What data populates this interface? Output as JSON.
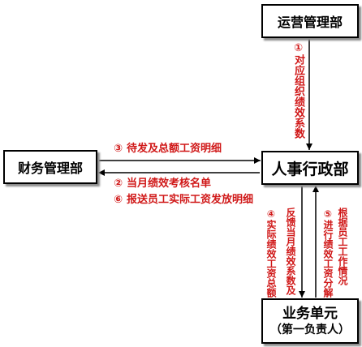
{
  "nodes": {
    "ops": {
      "label": "运营管理部"
    },
    "finance": {
      "label": "财务管理部"
    },
    "hr": {
      "label": "人事行政部"
    },
    "business": {
      "label": "业务单元",
      "sublabel": "（第一负责人）"
    }
  },
  "edges": {
    "ops_to_hr": {
      "num": "①",
      "text": "对应组织绩效系数"
    },
    "finance_to_hr": {
      "num": "③",
      "text": "待发及总额工资明细"
    },
    "hr_to_finance": [
      {
        "num": "②",
        "text": "当月绩效考核名单"
      },
      {
        "num": "⑥",
        "text": "报送员工实际工资发放明细"
      }
    ],
    "hr_to_business": {
      "num": "④",
      "lines": [
        "反馈当月绩效系数及",
        "实际绩效工资总额"
      ]
    },
    "business_to_hr": {
      "num": "⑤",
      "lines": [
        "根据员工工作情况",
        "进行绩效工资分解"
      ]
    }
  },
  "colors": {
    "label_red": "#d01818",
    "border": "#000000"
  }
}
